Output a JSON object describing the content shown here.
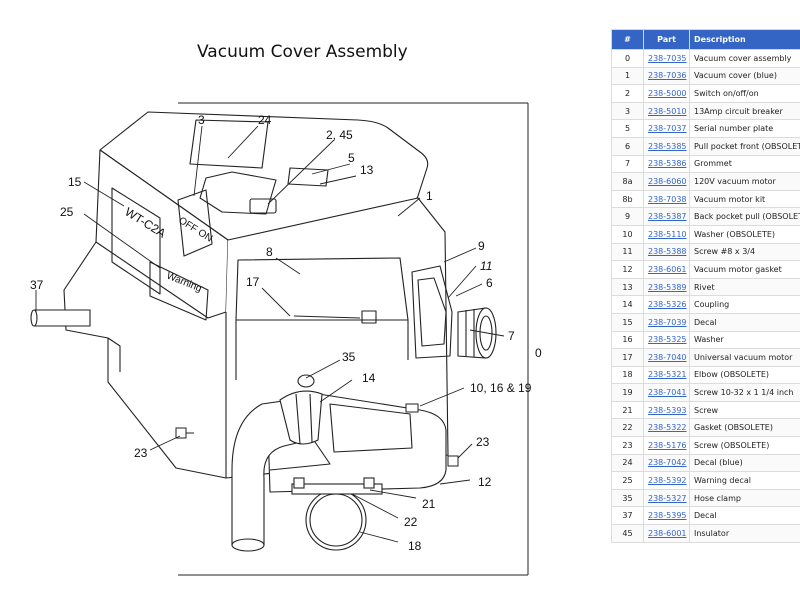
{
  "diagram": {
    "title": "Vacuum Cover Assembly",
    "decals": {
      "model": "WT-C2A",
      "switch": "OFF ON",
      "warning": "Warning"
    },
    "callouts": {
      "c3": "3",
      "c24": "24",
      "c2_45": "2, 45",
      "c5": "5",
      "c13": "13",
      "c1": "1",
      "c15": "15",
      "c25": "25",
      "c37": "37",
      "c8": "8",
      "c17": "17",
      "c9": "9",
      "c11": "11",
      "c6": "6",
      "c7": "7",
      "c0": "0",
      "c35": "35",
      "c14": "14",
      "c10_16_19": "10, 16 & 19",
      "c23a": "23",
      "c23b": "23",
      "c12": "12",
      "c21": "21",
      "c22": "22",
      "c18": "18"
    }
  },
  "table": {
    "headers": {
      "num": "#",
      "part": "Part",
      "desc": "Description"
    },
    "rows": [
      {
        "num": "0",
        "part": "238-7035",
        "desc": "Vacuum cover assembly"
      },
      {
        "num": "1",
        "part": "238-7036",
        "desc": "Vacuum cover (blue)"
      },
      {
        "num": "2",
        "part": "238-5000",
        "desc": "Switch on/off/on"
      },
      {
        "num": "3",
        "part": "238-5010",
        "desc": "13Amp circuit breaker"
      },
      {
        "num": "5",
        "part": "238-7037",
        "desc": "Serial number plate"
      },
      {
        "num": "6",
        "part": "238-5385",
        "desc": "Pull pocket front (OBSOLETE)"
      },
      {
        "num": "7",
        "part": "238-5386",
        "desc": "Grommet"
      },
      {
        "num": "8a",
        "part": "238-6060",
        "desc": "120V vacuum motor"
      },
      {
        "num": "8b",
        "part": "238-7038",
        "desc": "Vacuum motor kit"
      },
      {
        "num": "9",
        "part": "238-5387",
        "desc": "Back pocket pull (OBSOLETE)"
      },
      {
        "num": "10",
        "part": "238-5110",
        "desc": "Washer (OBSOLETE)"
      },
      {
        "num": "11",
        "part": "238-5388",
        "desc": "Screw #8 x 3/4"
      },
      {
        "num": "12",
        "part": "238-6061",
        "desc": "Vacuum motor gasket"
      },
      {
        "num": "13",
        "part": "238-5389",
        "desc": "Rivet"
      },
      {
        "num": "14",
        "part": "238-5326",
        "desc": "Coupling"
      },
      {
        "num": "15",
        "part": "238-7039",
        "desc": "Decal"
      },
      {
        "num": "16",
        "part": "238-5325",
        "desc": "Washer"
      },
      {
        "num": "17",
        "part": "238-7040",
        "desc": "Universal vacuum motor"
      },
      {
        "num": "18",
        "part": "238-5321",
        "desc": "Elbow (OBSOLETE)"
      },
      {
        "num": "19",
        "part": "238-7041",
        "desc": "Screw 10-32 x 1 1/4 inch"
      },
      {
        "num": "21",
        "part": "238-5393",
        "desc": "Screw"
      },
      {
        "num": "22",
        "part": "238-5322",
        "desc": "Gasket (OBSOLETE)"
      },
      {
        "num": "23",
        "part": "238-5176",
        "desc": "Screw (OBSOLETE)"
      },
      {
        "num": "24",
        "part": "238-7042",
        "desc": "Decal (blue)"
      },
      {
        "num": "25",
        "part": "238-5392",
        "desc": "Warning decal"
      },
      {
        "num": "35",
        "part": "238-5327",
        "desc": "Hose clamp"
      },
      {
        "num": "37",
        "part": "238-5395",
        "desc": "Decal"
      },
      {
        "num": "45",
        "part": "238-6001",
        "desc": "Insulator"
      }
    ]
  }
}
